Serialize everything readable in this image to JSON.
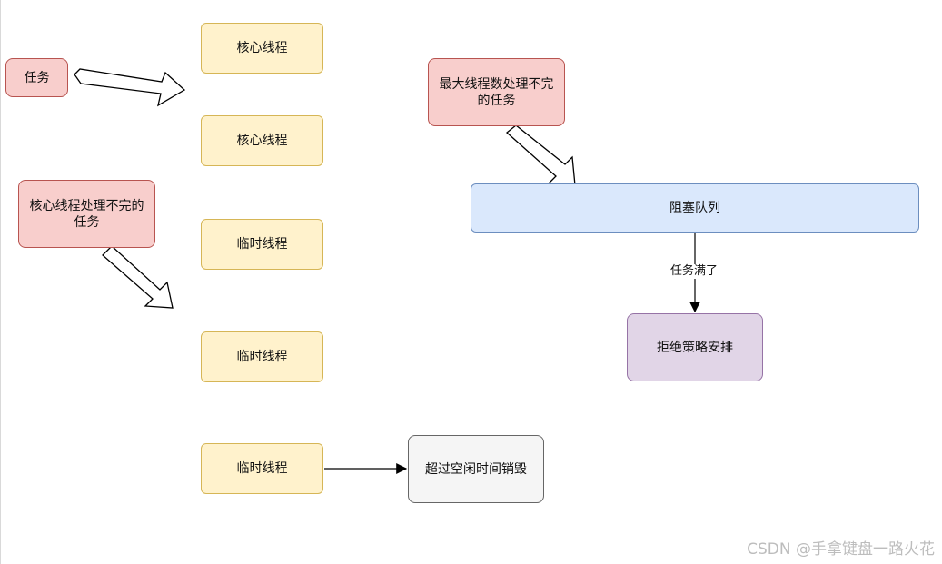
{
  "nodes": {
    "task": "任务",
    "core_thread_1": "核心线程",
    "core_thread_2": "核心线程",
    "core_overflow_task": "核心线程处理不完的任务",
    "temp_thread_1": "临时线程",
    "temp_thread_2": "临时线程",
    "temp_thread_3": "临时线程",
    "max_overflow_task": "最大线程数处理不完的任务",
    "blocking_queue": "阻塞队列",
    "reject_policy": "拒绝策略安排",
    "idle_destroy": "超过空闲时间销毁"
  },
  "edges": {
    "queue_full_label": "任务满了"
  },
  "colors": {
    "yellow_fill": "#fff2cc",
    "red_fill": "#f8cecc",
    "blue_fill": "#dae8fc",
    "purple_fill": "#e1d5e7",
    "grey_fill": "#f5f5f5"
  },
  "watermark": "CSDN @手拿键盘一路火花"
}
